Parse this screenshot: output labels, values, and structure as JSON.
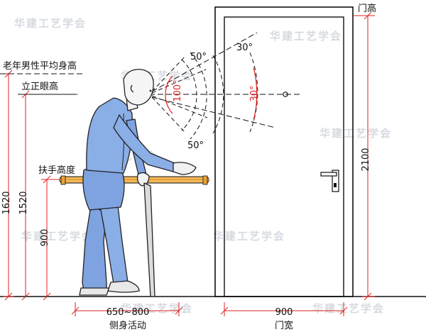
{
  "labels": {
    "elderly_avg_height": "老年男性平均身高",
    "standing_eye_height": "立正眼高",
    "handrail_height": "扶手高度",
    "door_height": "门高",
    "side_activity": "侧身活动",
    "door_width": "门宽"
  },
  "dimensions": {
    "d1620": "1620",
    "d1520": "1520",
    "d900_left": "900",
    "d2100": "2100",
    "d650_800": "650~800",
    "d900_bottom": "900"
  },
  "angles": {
    "up_50": "50°",
    "up_30": "30°",
    "down_50": "50°",
    "arc_100": "100°",
    "arc_30": "30°"
  },
  "watermark": "华建工艺学会",
  "colors": {
    "dimension_red": "#e02020",
    "figure_blue": "#7ea3e0",
    "handrail_orange": "#e8a23a",
    "line_black": "#111111"
  }
}
